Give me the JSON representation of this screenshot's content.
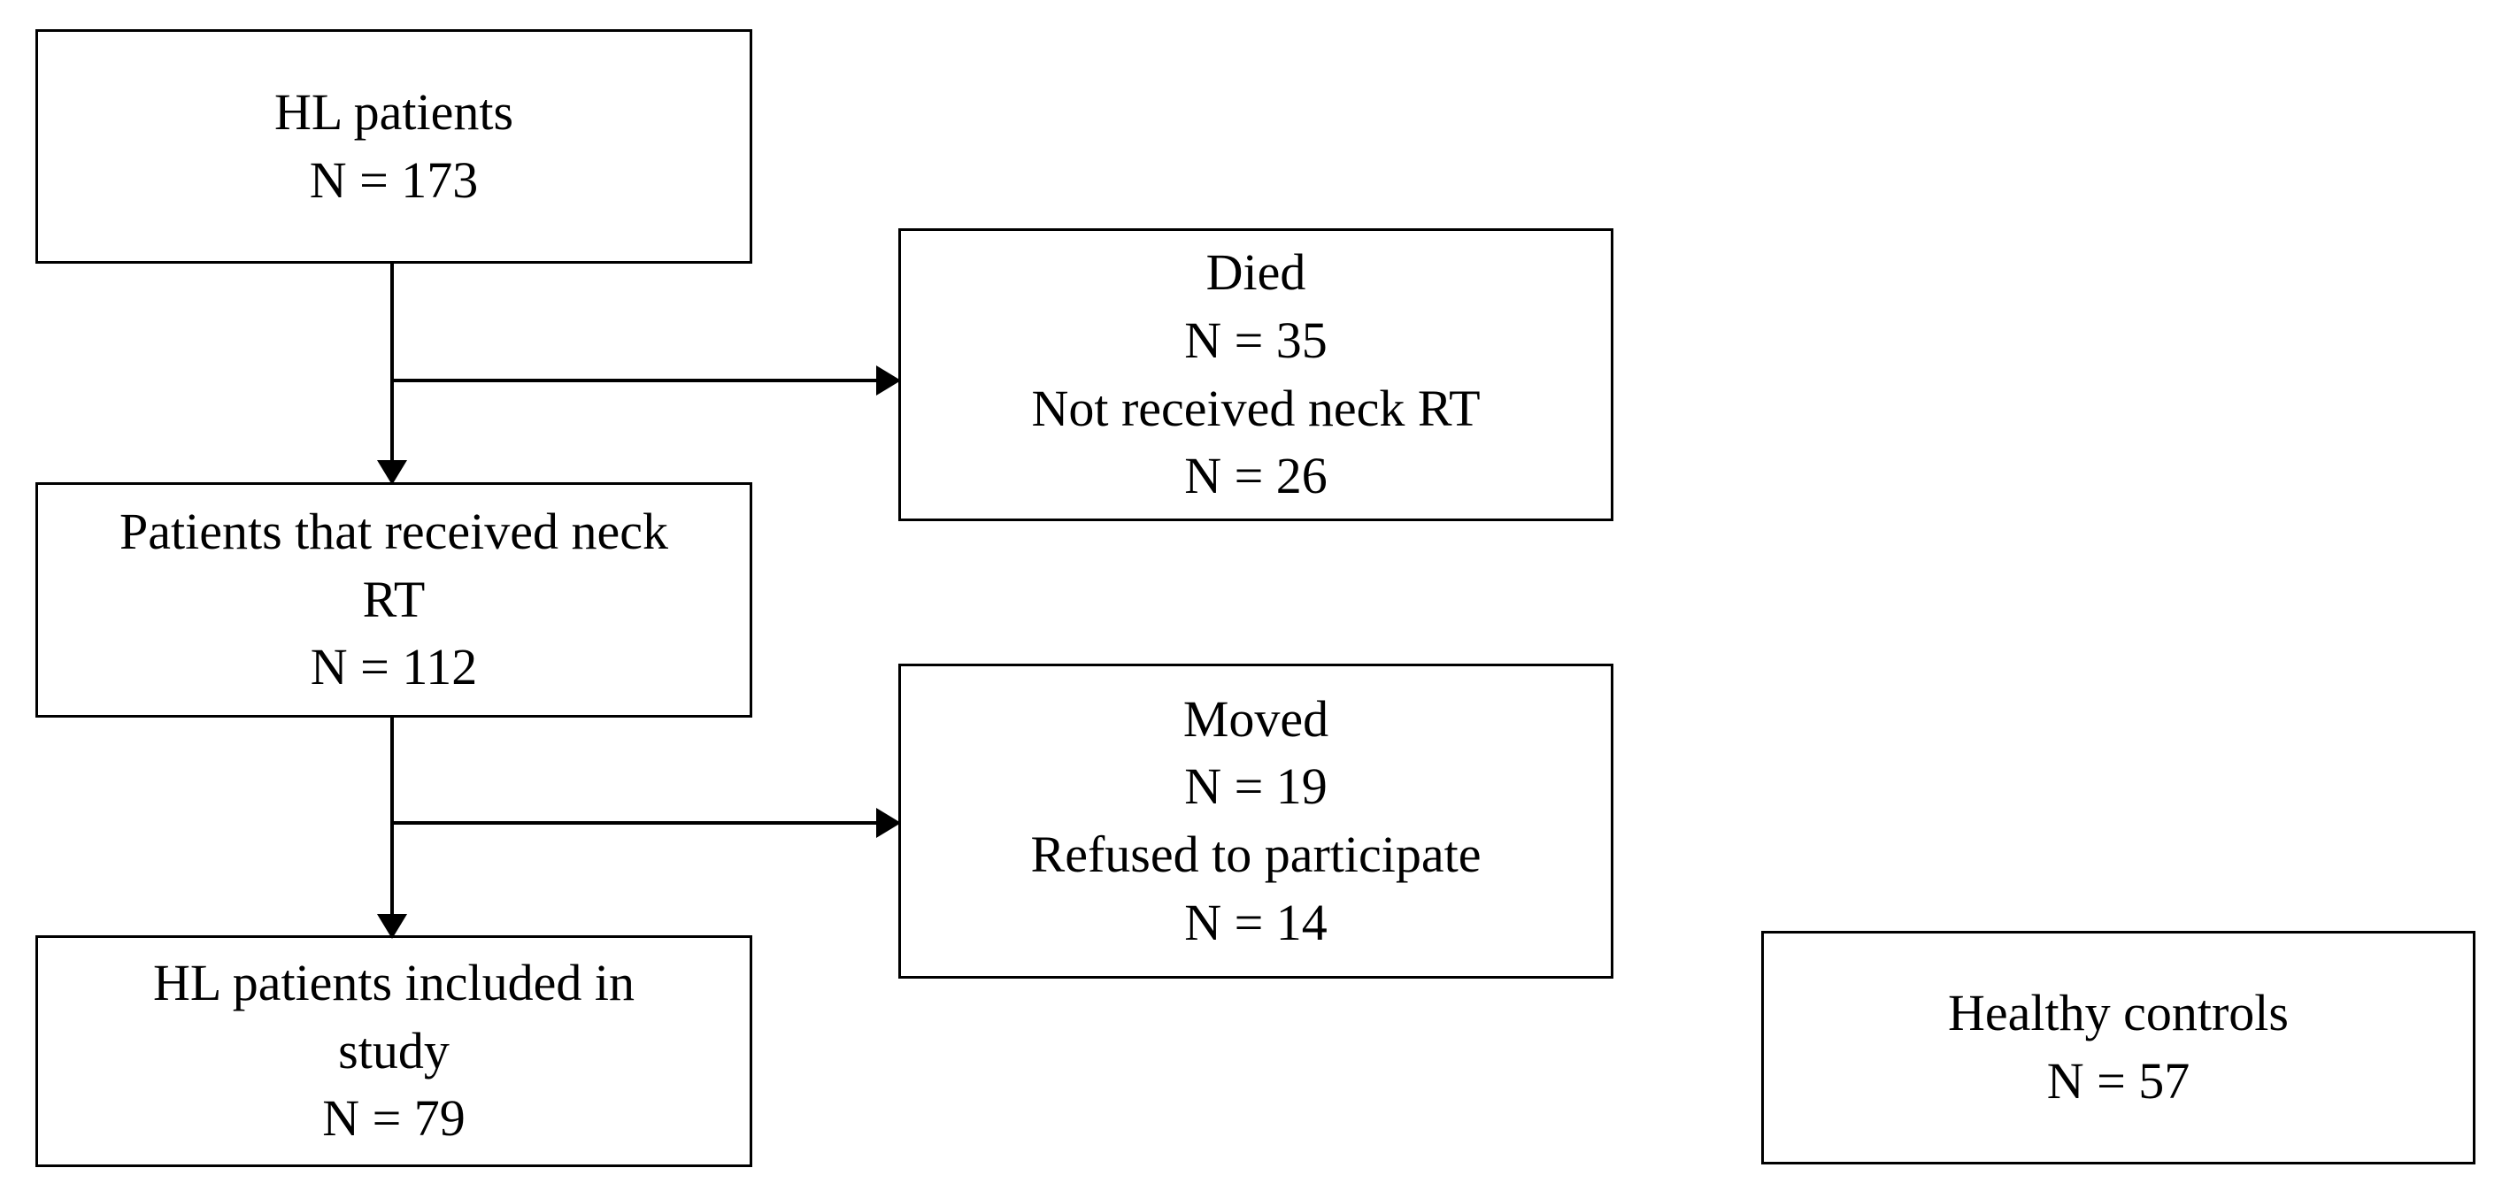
{
  "diagram": {
    "type": "study-flow-diagram",
    "boxes": [
      {
        "id": "hl-patients",
        "lines": [
          "HL patients",
          "N = 173"
        ],
        "label": "HL patients",
        "n": 173
      },
      {
        "id": "died",
        "lines": [
          "Died",
          "N = 35",
          "Not received neck RT",
          "N = 26"
        ],
        "exclusions": [
          {
            "reason": "Died",
            "n": 35
          },
          {
            "reason": "Not received neck RT",
            "n": 26
          }
        ]
      },
      {
        "id": "received-rt",
        "lines": [
          "Patients that received neck",
          "RT",
          "N = 112"
        ],
        "label": "Patients that received neck RT",
        "n": 112
      },
      {
        "id": "moved",
        "lines": [
          "Moved",
          "N = 19",
          "Refused to participate",
          "N = 14"
        ],
        "exclusions": [
          {
            "reason": "Moved",
            "n": 19
          },
          {
            "reason": "Refused to participate",
            "n": 14
          }
        ]
      },
      {
        "id": "included",
        "lines": [
          "HL patients included in",
          "study",
          "N = 79"
        ],
        "label": "HL patients included in study",
        "n": 79
      },
      {
        "id": "healthy-controls",
        "lines": [
          "Healthy controls",
          "N = 57"
        ],
        "label": "Healthy controls",
        "n": 57
      }
    ],
    "connectors": [
      {
        "id": "hl-patients-to-received-rt",
        "from": "hl-patients",
        "to": "received-rt",
        "direction": "down"
      },
      {
        "id": "hl-patients-to-died",
        "from": "hl-patients",
        "to": "died",
        "direction": "right"
      },
      {
        "id": "received-rt-to-included",
        "from": "received-rt",
        "to": "included",
        "direction": "down"
      },
      {
        "id": "received-rt-to-moved",
        "from": "received-rt",
        "to": "moved",
        "direction": "right"
      }
    ],
    "colors": {
      "background": "#ffffff",
      "stroke": "#000000",
      "text": "#000000"
    }
  }
}
